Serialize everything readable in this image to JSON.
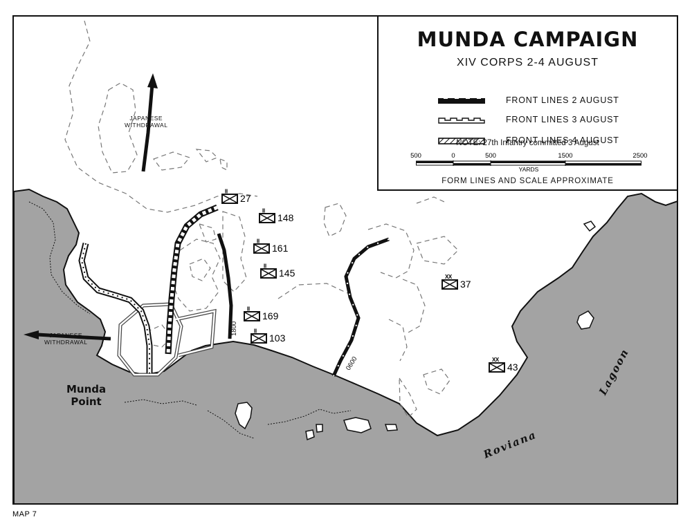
{
  "legend": {
    "title": "MUNDA CAMPAIGN",
    "subtitle": "XIV CORPS 2-4 AUGUST",
    "items": [
      {
        "label": "FRONT LINES 2 AUGUST",
        "style": "solid"
      },
      {
        "label": "FRONT LINES 3 AUGUST",
        "style": "open"
      },
      {
        "label": "FRONT LINES 4 AUGUST",
        "style": "hatched"
      }
    ],
    "note": "NOTE: 27th Infantry committed 3 August",
    "scale_ticks": [
      "500",
      "0",
      "500",
      "1500",
      "2500"
    ],
    "scale_units": "YARDS",
    "form_note": "FORM LINES AND SCALE APPROXIMATE"
  },
  "places": {
    "munda": "Munda\nPoint",
    "roviana": "Roviana",
    "lagoon": "Lagoon"
  },
  "withdrawal_labels": [
    "JAPANESE\nWITHDRAWAL",
    "JAPANESE\nWITHDRAWAL"
  ],
  "time_labels": [
    "1800",
    "0600"
  ],
  "units": [
    {
      "number": "27",
      "echelon": "regiment"
    },
    {
      "number": "148",
      "echelon": "regiment"
    },
    {
      "number": "161",
      "echelon": "regiment"
    },
    {
      "number": "145",
      "echelon": "regiment"
    },
    {
      "number": "169",
      "echelon": "regiment"
    },
    {
      "number": "103",
      "echelon": "regiment"
    },
    {
      "number": "37",
      "echelon": "division"
    },
    {
      "number": "43",
      "echelon": "division"
    }
  ],
  "map_number": "MAP 7",
  "colors": {
    "water": "#a3a3a3",
    "land": "#ffffff",
    "ink": "#111111"
  },
  "icons": [
    "infantry-unit-symbol",
    "arrow-icon"
  ]
}
